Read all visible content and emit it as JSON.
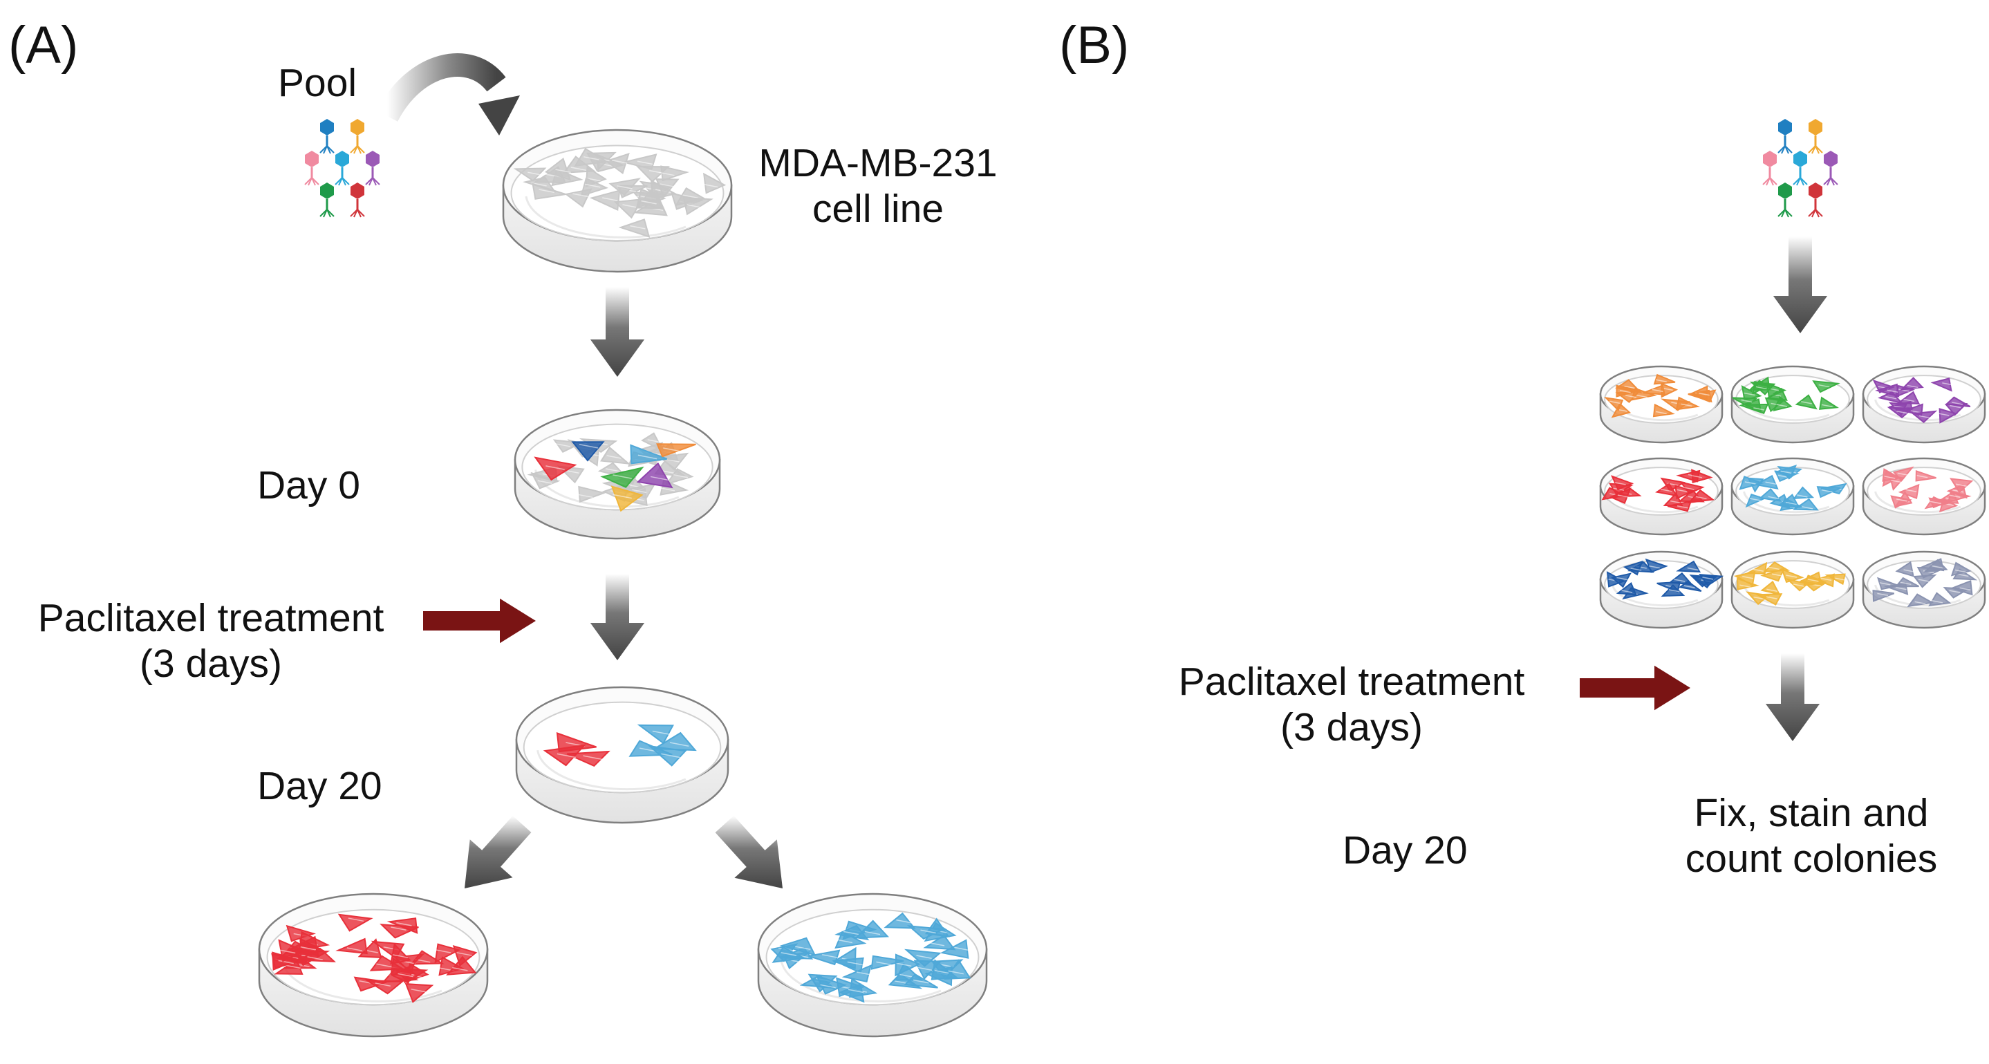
{
  "panels": {
    "a": {
      "tag": "(A)",
      "pool_label": "Pool",
      "cell_line_label": {
        "line1": "MDA-MB-231",
        "line2": "cell line"
      },
      "day0_label": "Day 0",
      "treatment_label": {
        "line1": "Paclitaxel treatment",
        "line2": "(3 days)"
      },
      "day20_label": "Day 20"
    },
    "b": {
      "tag": "(B)",
      "treatment_label": {
        "line1": "Paclitaxel treatment",
        "line2": "(3 days)"
      },
      "day20_label": "Day 20",
      "readout_label": {
        "line1": "Fix, stain and",
        "line2": "count colonies"
      }
    }
  },
  "colors": {
    "dark_arrow": "#444444",
    "treatment_arrow": "#7a1414",
    "dish_rim": "#7f7f7f",
    "untagged_cell": "#c8c8c8"
  },
  "barcode_colors": [
    "#f08c3a",
    "#3cb043",
    "#8e44ad",
    "#e8303a",
    "#4fa8d8",
    "#f07f8a",
    "#1f5aa8",
    "#f0b63a",
    "#8a93b0"
  ],
  "phage_colors": [
    "#1f7fc1",
    "#f0a830",
    "#f08aa0",
    "#2aa8d8",
    "#9b59b6",
    "#1f9a4a",
    "#d0343a"
  ]
}
